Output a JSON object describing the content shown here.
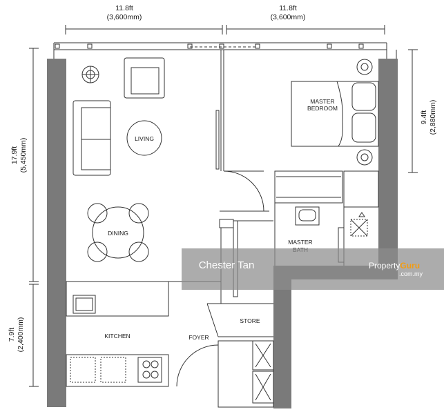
{
  "dimensions": {
    "top_left": {
      "feet": "11.8ft",
      "mm": "(3,600mm)"
    },
    "top_right": {
      "feet": "11.8ft",
      "mm": "(3,600mm)"
    },
    "left_upper": {
      "feet": "17.9ft",
      "mm": "(5,450mm)"
    },
    "left_lower": {
      "feet": "7.9ft",
      "mm": "(2,400mm)"
    },
    "right_upper": {
      "feet": "9.4ft",
      "mm": "(2,880mm)"
    }
  },
  "rooms": {
    "master_bedroom_line1": "MASTER",
    "master_bedroom_line2": "BEDROOM",
    "living": "LIVING",
    "dining": "DINING",
    "master_bath_line1": "MASTER",
    "master_bath_line2": "BATH",
    "store": "STORE",
    "kitchen": "KITCHEN",
    "foyer": "FOYER"
  },
  "watermark": {
    "agent_name": "Chester Tan",
    "brand_part1": "Property",
    "brand_part2": "Guru",
    "url": ".com.my",
    "brand_color": "#f39c12"
  },
  "colors": {
    "wall": "#7a7a7a",
    "line": "#333333",
    "band": "#8c8c8c"
  }
}
